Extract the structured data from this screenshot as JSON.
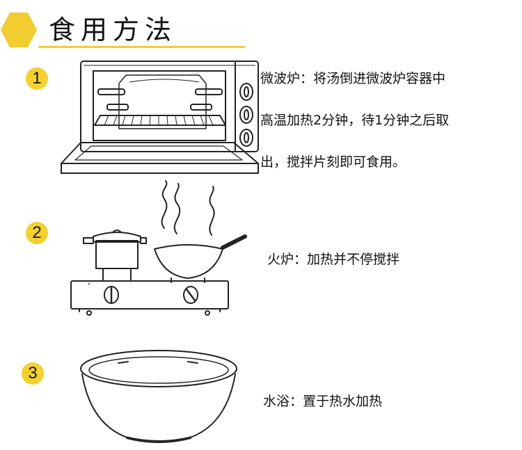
{
  "title": "食用方法",
  "colors": {
    "accent": "#f2cd2f",
    "badge": "#f4d22c",
    "ink": "#111111"
  },
  "steps": [
    {
      "number": "1",
      "icon": "microwave-icon",
      "lines": [
        "微波炉：将汤倒进微波炉容器中",
        "高温加热2分钟，待1分钟之后取",
        "出，搅拌片刻即可食用。"
      ]
    },
    {
      "number": "2",
      "icon": "stove-icon",
      "text": "火炉：加热并不停搅拌"
    },
    {
      "number": "3",
      "icon": "bowl-icon",
      "text": "水浴：置于热水加热"
    }
  ]
}
